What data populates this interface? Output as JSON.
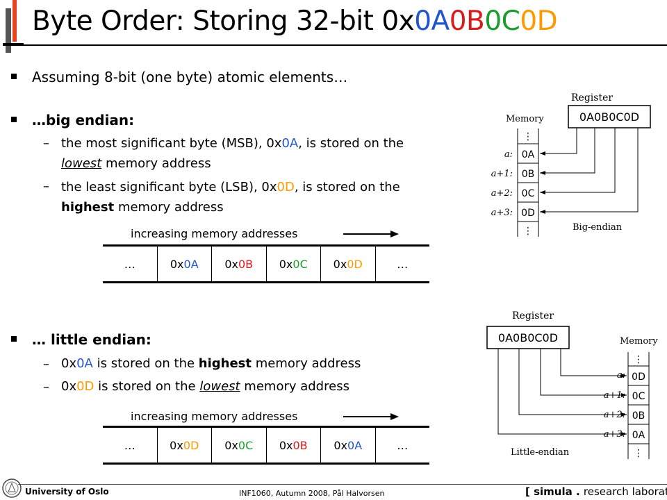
{
  "title": {
    "prefix": "Byte Order: Storing 32-bit 0x",
    "parts": [
      "0A",
      "0B",
      "0C",
      "0D"
    ]
  },
  "colors": {
    "b0A": "#2255cc",
    "b0B": "#d81b1b",
    "b0C": "#1a9c2c",
    "b0D": "#ff9900",
    "deco_red": "#e8431f",
    "deco_gray": "#555555"
  },
  "intro": "Assuming 8-bit (one byte) atomic elements…",
  "big": {
    "heading": "…big endian:",
    "sub1": {
      "line1_a": "the most significant byte (MSB), 0x",
      "line1_hex": "0A",
      "line1_b": ", is stored on the",
      "line2_em": "lowest",
      "line2_rest": " memory address"
    },
    "sub2": {
      "line1_a": "the least significant byte (LSB), 0x",
      "line1_hex": "0D",
      "line1_b": ", is stored on the",
      "line2_bold": "highest",
      "line2_rest": " memory address"
    },
    "addr_label": "increasing memory addresses",
    "table": [
      {
        "pre": "…",
        "hex": "",
        "color": ""
      },
      {
        "pre": "0x",
        "hex": "0A",
        "color": "b0A"
      },
      {
        "pre": "0x",
        "hex": "0B",
        "color": "b0B"
      },
      {
        "pre": "0x",
        "hex": "0C",
        "color": "b0C"
      },
      {
        "pre": "0x",
        "hex": "0D",
        "color": "b0D"
      },
      {
        "pre": "…",
        "hex": "",
        "color": ""
      }
    ]
  },
  "little": {
    "heading": "… little endian:",
    "sub1": {
      "a": "0x",
      "hex": "0A",
      "b": " is stored on the ",
      "bold": "highest",
      "c": " memory address"
    },
    "sub2": {
      "a": "0x",
      "hex": "0D",
      "b": " is stored on the ",
      "em": "lowest",
      "c": " memory address"
    },
    "addr_label": "increasing memory addresses",
    "table": [
      {
        "pre": "…",
        "hex": "",
        "color": ""
      },
      {
        "pre": "0x",
        "hex": "0D",
        "color": "b0D"
      },
      {
        "pre": "0x",
        "hex": "0C",
        "color": "b0C"
      },
      {
        "pre": "0x",
        "hex": "0B",
        "color": "b0B"
      },
      {
        "pre": "0x",
        "hex": "0A",
        "color": "b0A"
      },
      {
        "pre": "…",
        "hex": "",
        "color": ""
      }
    ]
  },
  "diagram_big": {
    "register_label": "Register",
    "register_value": "0A0B0C0D",
    "memory_label": "Memory",
    "caption": "Big-endian",
    "rows": [
      {
        "addr": "a:",
        "val": "0A"
      },
      {
        "addr": "a+1:",
        "val": "0B"
      },
      {
        "addr": "a+2:",
        "val": "0C"
      },
      {
        "addr": "a+3:",
        "val": "0D"
      }
    ],
    "ellipsis": "⋮"
  },
  "diagram_little": {
    "register_label": "Register",
    "register_value": "0A0B0C0D",
    "memory_label": "Memory",
    "caption": "Little-endian",
    "rows": [
      {
        "addr": "a:",
        "val": "0D"
      },
      {
        "addr": "a+1:",
        "val": "0C"
      },
      {
        "addr": "a+2:",
        "val": "0B"
      },
      {
        "addr": "a+3:",
        "val": "0A"
      }
    ],
    "ellipsis": "⋮"
  },
  "footer": {
    "left": "University of Oslo",
    "center": "INF1060,  Autumn 2008,  Pål Halvorsen",
    "right_open": "[",
    "right_a": "simula",
    "right_dot": " . ",
    "right_b": "research laboratory",
    "right_close": "]"
  }
}
